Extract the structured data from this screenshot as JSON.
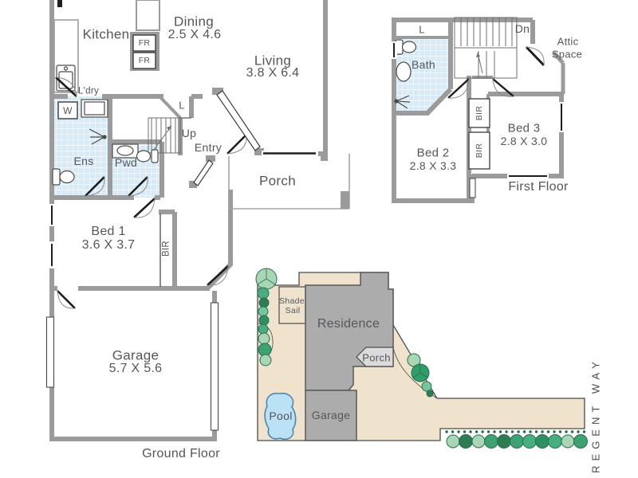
{
  "document": {
    "type": "real-estate floor plan",
    "floors": [
      "Ground Floor",
      "First Floor"
    ],
    "has_site_plan": true
  },
  "palette": {
    "wall": "#9b9b9b",
    "tile": "#d7eaf6",
    "text": "#55565a",
    "outline": "#4b4b4b",
    "lot": "#efe3cd",
    "building": "#acacac",
    "porch": "#dbdbdb",
    "pool_fill": "#bae1f6",
    "pool_stroke": "#4f86b0",
    "tree_dark": "#2d7d53",
    "tree_mid": "#3da171",
    "tree_teal": "#47ae82",
    "tree_light": "#a9d6b4"
  },
  "ground_floor": {
    "caption": "Ground Floor",
    "rooms": {
      "kitchen": "Kitchen",
      "dining": "Dining",
      "dining_dims": "2.5 X 4.6",
      "living": "Living",
      "living_dims": "3.8 X 6.4",
      "laundry": "L'dry",
      "washer": "W",
      "fridge1": "FR",
      "fridge2": "FR",
      "linen": "L",
      "stairs_up": "Up",
      "ensuite": "Ens",
      "powder": "Pwd",
      "entry": "Entry",
      "porch": "Porch",
      "bed1": "Bed 1",
      "bed1_dims": "3.6 X 3.7",
      "robe": "BIR",
      "garage": "Garage",
      "garage_dims": "5.7 X 5.6"
    }
  },
  "first_floor": {
    "caption": "First Floor",
    "rooms": {
      "linen": "L",
      "stairs_down": "Dn",
      "attic_line1": "Attic",
      "attic_line2": "Space",
      "bath": "Bath",
      "bed2": "Bed 2",
      "bed2_dims": "2.8 X 3.3",
      "robe1": "BIR",
      "robe2": "BIR",
      "bed3": "Bed 3",
      "bed3_dims": "2.8 X 3.0"
    }
  },
  "site_plan": {
    "labels": {
      "shade_line1": "Shade",
      "shade_line2": "Sail",
      "residence": "Residence",
      "porch": "Porch",
      "pool": "Pool",
      "garage": "Garage",
      "street": "REGENT WAY"
    }
  }
}
